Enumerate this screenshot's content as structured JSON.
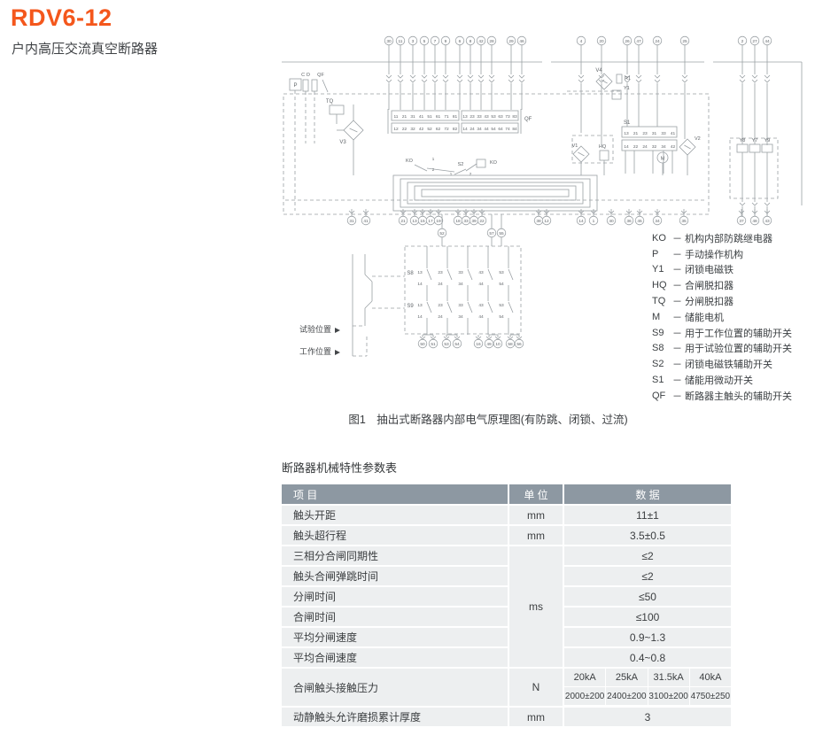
{
  "page": {
    "title": "RDV6-12",
    "subtitle": "户内高压交流真空断路器",
    "accent_color": "#f4571c",
    "table_header_color": "#8d98a2",
    "row_color": "#edeff0"
  },
  "figure": {
    "caption": "图1　抽出式断路器内部电气原理图(有防跳、闭锁、过流)",
    "positions": {
      "test": "试验位置",
      "work": "工作位置"
    },
    "legend": {
      "separator": "－",
      "items": [
        {
          "key": "KO",
          "desc": "机构内部防跳继电器"
        },
        {
          "key": "P",
          "desc": "手动操作机构"
        },
        {
          "key": "Y1",
          "desc": "闭锁电磁铁"
        },
        {
          "key": "HQ",
          "desc": "合闸脱扣器"
        },
        {
          "key": "TQ",
          "desc": "分闸脱扣器"
        },
        {
          "key": "M",
          "desc": "储能电机"
        },
        {
          "key": "S9",
          "desc": "用于工作位置的辅助开关"
        },
        {
          "key": "S8",
          "desc": "用于试验位置的辅助开关"
        },
        {
          "key": "S2",
          "desc": "闭锁电磁铁辅助开关"
        },
        {
          "key": "S1",
          "desc": "储能用微动开关"
        },
        {
          "key": "QF",
          "desc": "断路器主触头的辅助开关"
        }
      ]
    },
    "diagram": {
      "top_terminals_left": [
        "30",
        "11",
        "3",
        "5",
        "7",
        "9",
        "6",
        "8",
        "42",
        "28",
        "29",
        "46"
      ],
      "top_terminals_right": [
        "4",
        "20",
        "26",
        "47",
        "24",
        "25",
        "2",
        "27",
        "44"
      ],
      "bottom_terminals": [
        "31",
        "41",
        "21",
        "13",
        "15",
        "17",
        "19",
        "18",
        "33",
        "39",
        "22",
        "38",
        "12",
        "14",
        "1",
        "40",
        "36",
        "45",
        "34",
        "35",
        "37",
        "48",
        "43"
      ],
      "mid_terminals": [
        "52",
        "57",
        "55"
      ],
      "s_block_terminals": [
        "50",
        "51",
        "53",
        "54",
        "16",
        "49",
        "10",
        "58",
        "56"
      ],
      "qf_block": {
        "label": "QF",
        "row1a": [
          "11",
          "21",
          "31",
          "41",
          "51",
          "61",
          "71",
          "81"
        ],
        "row1b": [
          "13",
          "23",
          "33",
          "43",
          "53",
          "63",
          "73",
          "83"
        ],
        "row2a": [
          "12",
          "22",
          "32",
          "42",
          "52",
          "62",
          "72",
          "82"
        ],
        "row2b": [
          "14",
          "24",
          "34",
          "44",
          "54",
          "64",
          "74",
          "84"
        ]
      },
      "s1_block": {
        "label": "S1",
        "top": [
          "13",
          "21",
          "23",
          "31",
          "33",
          "41"
        ],
        "bottom": [
          "14",
          "22",
          "24",
          "32",
          "34",
          "42"
        ]
      },
      "s8_block": {
        "label": "S8",
        "top": [
          "13",
          "23",
          "33",
          "43",
          "53"
        ],
        "bottom": [
          "14",
          "24",
          "34",
          "44",
          "54"
        ]
      },
      "s9_block": {
        "label": "S9",
        "top": [
          "13",
          "23",
          "33",
          "43",
          "53"
        ],
        "bottom": [
          "14",
          "24",
          "34",
          "44",
          "54"
        ]
      },
      "components": {
        "p": "P",
        "c": "C",
        "o": "O",
        "qf": "QF",
        "tq": "TQ",
        "v3": "V3",
        "ko_contact": "KO",
        "ko_coil": "KO",
        "s2": "S2",
        "n1": "1",
        "n2": "2",
        "v4": "V4",
        "r1": "R1",
        "y1": "Y1",
        "v1": "V1",
        "hq": "HQ",
        "m": "M",
        "v2": "V2",
        "y8": "Y8",
        "y7": "Y7",
        "y9": "Y9"
      }
    }
  },
  "table": {
    "title": "断路器机械特性参数表",
    "headers": [
      "项 目",
      "单 位",
      "数 据"
    ],
    "simple_rows": [
      {
        "item": "触头开距",
        "unit": "mm",
        "value": "11±1"
      },
      {
        "item": "触头超行程",
        "unit": "mm",
        "value": "3.5±0.5"
      }
    ],
    "merged_group": {
      "unit": "ms",
      "rows": [
        {
          "item": "三相分合闸同期性",
          "value": "≤2"
        },
        {
          "item": "触头合闸弹跳时间",
          "value": "≤2"
        },
        {
          "item": "分闸时间",
          "value": "≤50"
        },
        {
          "item": "合闸时间",
          "value": "≤100"
        },
        {
          "item": "平均分闸速度",
          "value": "0.9~1.3"
        },
        {
          "item": "平均合闸速度",
          "value": "0.4~0.8"
        }
      ]
    },
    "pressure_row": {
      "item": "合闸触头接触压力",
      "unit": "N",
      "columns": [
        "20kA",
        "25kA",
        "31.5kA",
        "40kA"
      ],
      "values": [
        "2000±200",
        "2400±200",
        "3100±200",
        "4750±250"
      ]
    },
    "last_row": {
      "item": "动静触头允许磨损累计厚度",
      "unit": "mm",
      "value": "3"
    }
  }
}
